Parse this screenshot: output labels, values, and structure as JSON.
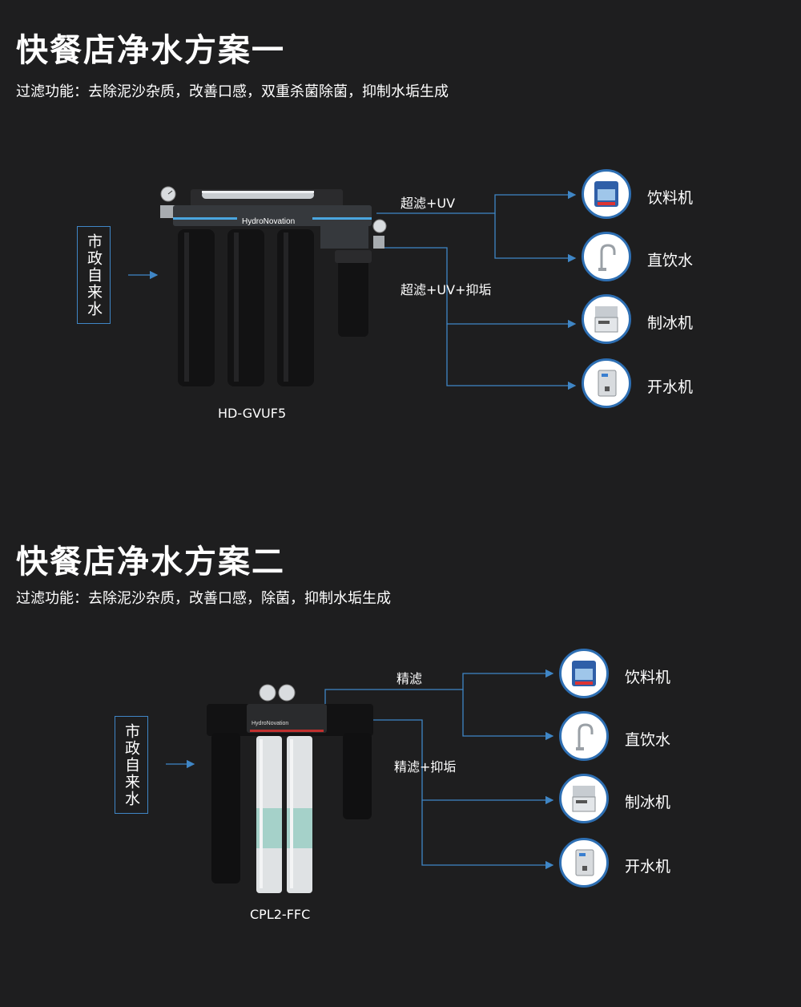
{
  "scheme1": {
    "title": "快餐店净水方案一",
    "subtitle": "过滤功能：去除泥沙杂质，改善口感，双重杀菌除菌，抑制水垢生成",
    "source": "市政自来水",
    "product_brand": "HydroNovation",
    "model": "HD-GVUF5",
    "line_a_label": "超滤+UV",
    "line_b_label": "超滤+UV+抑垢",
    "devices": [
      "饮料机",
      "直饮水",
      "制冰机",
      "开水机"
    ]
  },
  "scheme2": {
    "title": "快餐店净水方案二",
    "subtitle": "过滤功能：去除泥沙杂质，改善口感，除菌，抑制水垢生成",
    "source": "市政自来水",
    "product_brand": "HydroNovation",
    "model": "CPL2-FFC",
    "line_a_label": "精滤",
    "line_b_label": "精滤+抑垢",
    "devices": [
      "饮料机",
      "直饮水",
      "制冰机",
      "开水机"
    ]
  },
  "colors": {
    "background": "#1e1e1f",
    "line": "#3f86c6",
    "icon_ring": "#2e6fb3",
    "text": "#ffffff"
  }
}
